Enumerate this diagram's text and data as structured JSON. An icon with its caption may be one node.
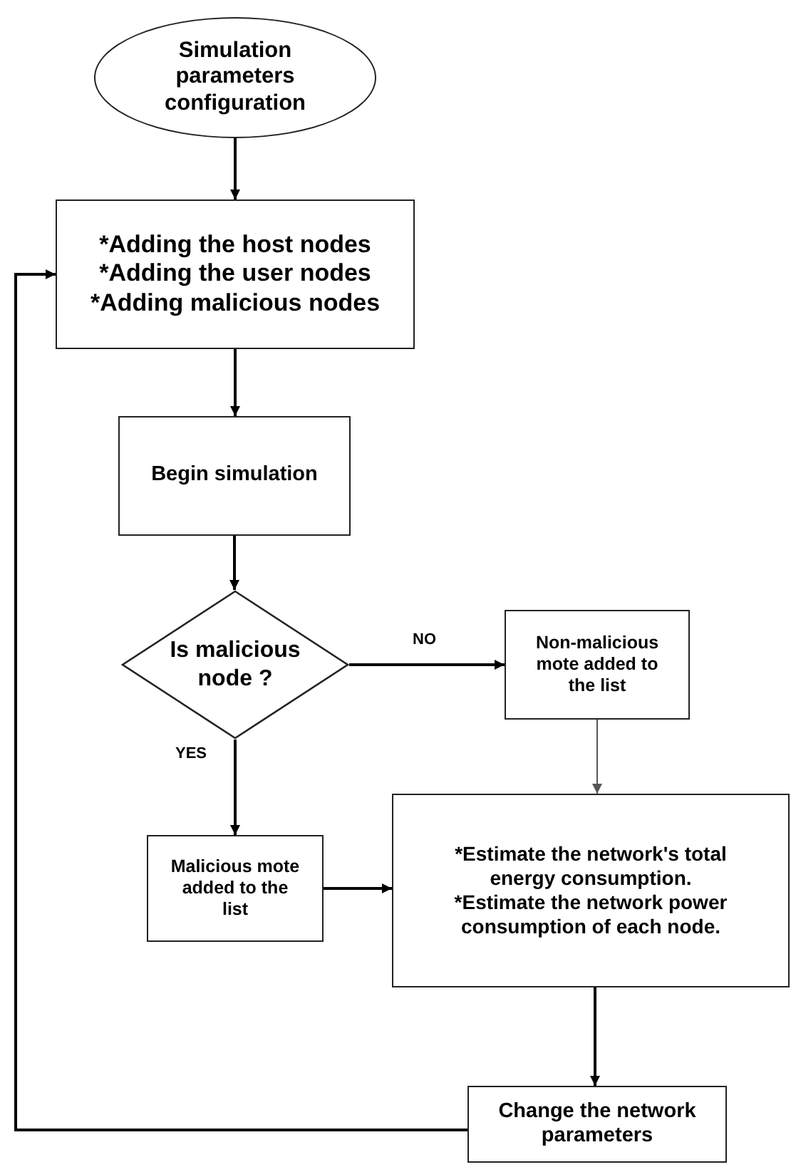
{
  "diagram": {
    "nodes": [
      {
        "text": [
          "Simulation parameters configuration"
        ]
      },
      {
        "text": [
          "*Adding the host nodes",
          "*Adding the user nodes",
          "*Adding malicious nodes"
        ]
      },
      {
        "text": [
          "Begin simulation"
        ]
      },
      {
        "text": [
          "Is malicious node ?"
        ]
      },
      {
        "text": [
          "Non-malicious mote added to the list"
        ]
      },
      {
        "text": [
          "Malicious mote added to the list"
        ]
      },
      {
        "text": [
          "*Estimate the network's total energy consumption.",
          "*Estimate the network power consumption of each node."
        ]
      },
      {
        "text": [
          "Change the network parameters"
        ]
      }
    ],
    "edges": [
      {
        "from": 0,
        "to": 1,
        "arrow": "to"
      },
      {
        "from": 1,
        "to": 2,
        "arrow": "to"
      },
      {
        "from": 2,
        "to": 3,
        "arrow": "to"
      },
      {
        "from": 3,
        "to": 4,
        "arrow": "to",
        "label": "NO"
      },
      {
        "from": 3,
        "to": 5,
        "arrow": "to",
        "label": "YES"
      },
      {
        "from": 4,
        "to": 6,
        "arrow": "to",
        "color": "#555555"
      },
      {
        "from": 5,
        "to": 6,
        "arrow": "to"
      },
      {
        "from": 6,
        "to": 7,
        "arrow": "to"
      },
      {
        "from": 7,
        "to": 1,
        "arrow": "to"
      }
    ]
  }
}
